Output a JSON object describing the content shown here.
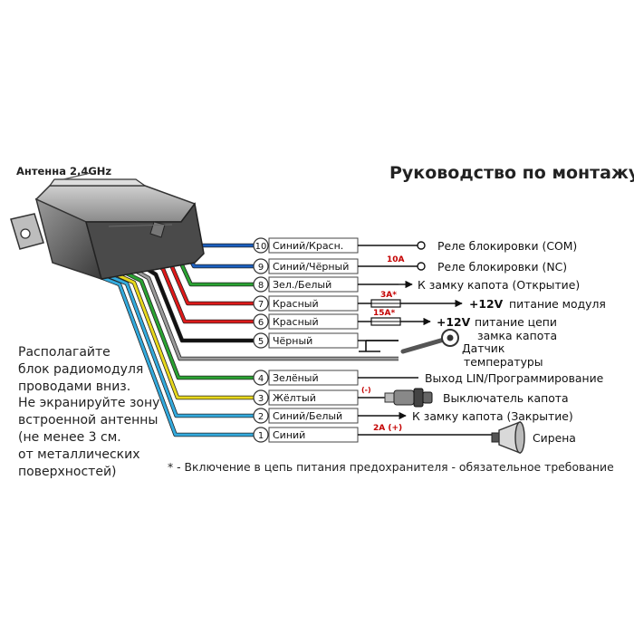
{
  "title": "Руководство по монтажу",
  "antenna_label": "Антенна 2,4GHz",
  "instructions": [
    "Располагайте",
    "блок радиомодуля",
    "проводами вниз.",
    "Не экранируйте зону",
    "встроенной антенны",
    "(не менее 3 см.",
    "от металлических",
    "поверхностей)"
  ],
  "footnote": "* - Включение в цепь питания предохранителя - обязательное требование",
  "wires": [
    {
      "num": "10",
      "label": "Синий/Красн.",
      "dest": "Реле блокировки (COM)",
      "color": "#1b5fbf"
    },
    {
      "num": "9",
      "label": "Синий/Чёрный",
      "dest": "Реле блокировки (NC)",
      "color": "#1b5fbf",
      "fuse": "10A"
    },
    {
      "num": "8",
      "label": "Зел./Белый",
      "dest": "К замку капота (Открытие)",
      "color": "#2aa332"
    },
    {
      "num": "7",
      "label": "Красный",
      "dest": "+12V",
      "dest2": "питание модуля",
      "color": "#dd1a1a",
      "fuse": "3A*"
    },
    {
      "num": "6",
      "label": "Красный",
      "dest": "+12V",
      "dest2": "питание цепи",
      "dest3": "замка капота",
      "color": "#dd1a1a",
      "fuse": "15A*"
    },
    {
      "num": "5",
      "label": "Чёрный",
      "color": "#111111"
    },
    {
      "num": "",
      "label": "",
      "dest": "Датчик",
      "dest2": "температуры",
      "color": "#9a9a9a"
    },
    {
      "num": "4",
      "label": "Зелёный",
      "dest": "Выход LIN/Программирование",
      "color": "#2aa332"
    },
    {
      "num": "3",
      "label": "Жёлтый",
      "dest": "Выключатель капота",
      "color": "#e8d81c",
      "fuse": "(-)"
    },
    {
      "num": "2",
      "label": "Синий/Белый",
      "dest": "К замку капота (Закрытие)",
      "color": "#33aadd"
    },
    {
      "num": "1",
      "label": "Синий",
      "dest": "Сирена",
      "color": "#33aadd",
      "fuse": "2A (+)"
    }
  ]
}
